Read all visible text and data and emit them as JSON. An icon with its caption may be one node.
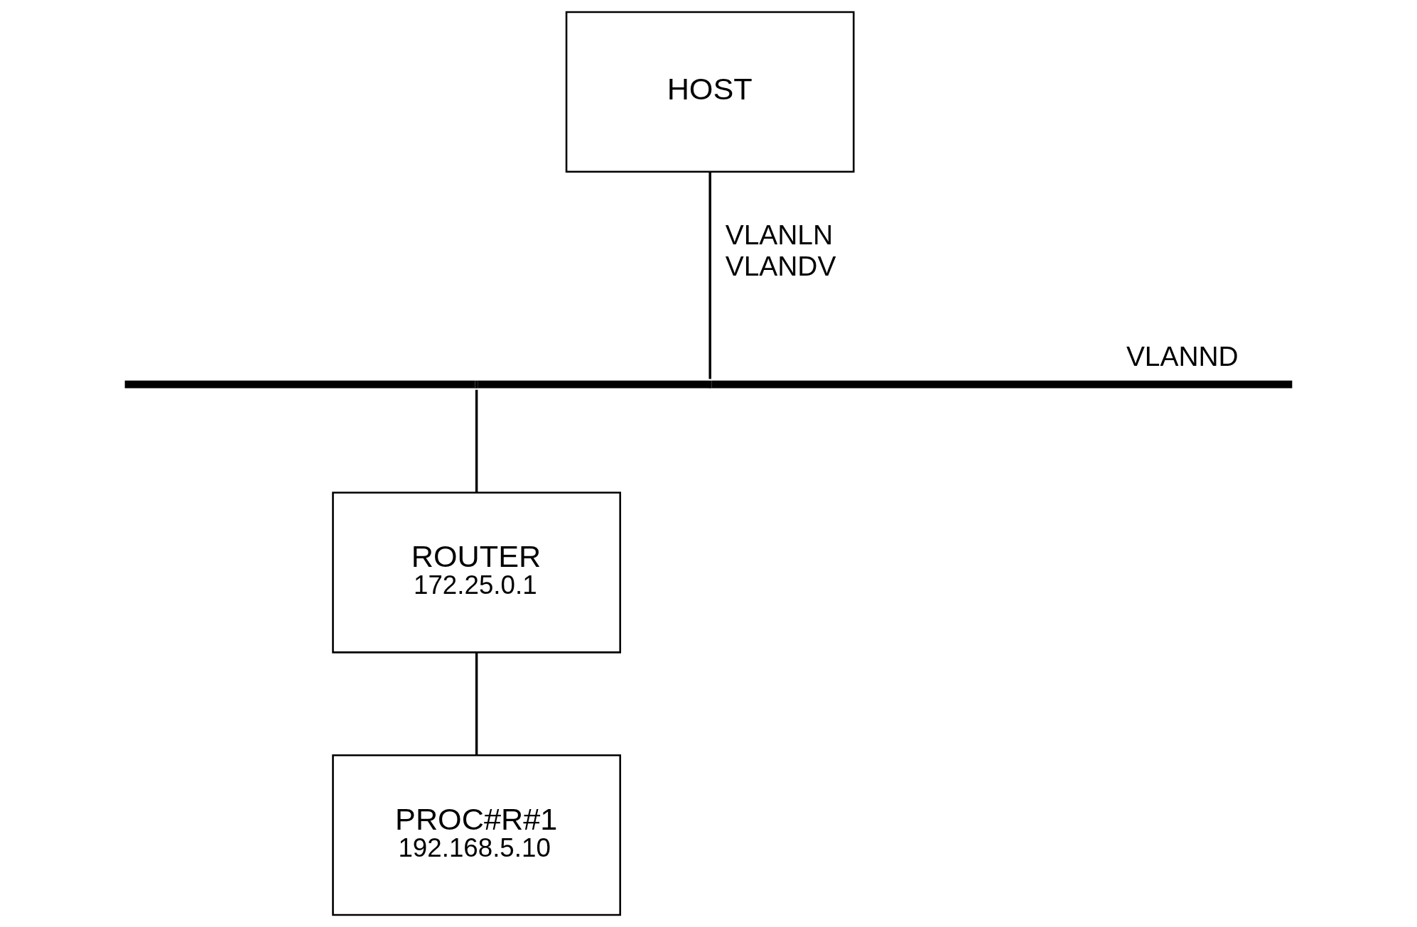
{
  "diagram": {
    "nodes": [
      {
        "text": [
          "HOST"
        ]
      },
      {
        "text": [],
        "shape": "bar",
        "beside": [
          "VLANND"
        ]
      },
      {
        "text": [
          "ROUTER",
          "172.25.0.1"
        ]
      },
      {
        "text": [
          "PROC#R#1",
          "192.168.5.10"
        ]
      }
    ],
    "edges": [
      {
        "from": 0,
        "to": 1,
        "arrow": "none",
        "label": "VLANLN VLANDV"
      },
      {
        "from": 1,
        "to": 2,
        "arrow": "none"
      },
      {
        "from": 2,
        "to": 3,
        "arrow": "none"
      }
    ]
  }
}
